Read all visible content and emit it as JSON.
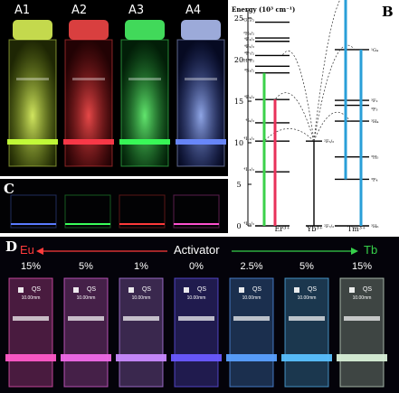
{
  "panels": {
    "a": {
      "label": "",
      "vials": [
        "A1",
        "A2",
        "A3",
        "A4"
      ]
    },
    "b": {
      "label": "B",
      "y_axis_label": "Energy (10³ cm⁻¹)"
    },
    "c": {
      "label": "C"
    },
    "d": {
      "label": "D",
      "left_ion": "Eu",
      "center_label": "Activator",
      "right_ion": "Tb",
      "percentages": [
        "15%",
        "5%",
        "1%",
        "0%",
        "2.5%",
        "5%",
        "15%"
      ],
      "cuvette_mark": "QS",
      "cuvette_path": "10.00mm"
    }
  },
  "energy_diagram": {
    "ions": [
      "Er³⁺",
      "Yb³⁺",
      "Tm³⁺"
    ],
    "y_ticks": [
      "0",
      "5",
      "10",
      "15",
      "20",
      "25"
    ],
    "er_levels": [
      "⁴I₁₅/₂",
      "⁴I₁₃/₂",
      "⁴I₁₁/₂",
      "⁴I₉/₂",
      "⁴F₉/₂",
      "⁴S₃/₂",
      "²H₁₁/₂",
      "⁴F₇/₂",
      "⁴F₅/₂",
      "⁴F₃/₂",
      "²H₉/₂",
      "⁴G₁₁/₂"
    ],
    "yb_levels": [
      "²F₇/₂",
      "²F₅/₂"
    ],
    "tm_levels": [
      "³H₆",
      "³F₄",
      "³H₅",
      "³H₄",
      "³F₃",
      "³F₂",
      "¹G₄",
      "¹D₂"
    ]
  },
  "colors": {
    "green": "#3bd14a",
    "red": "#e8315a",
    "blue": "#2a9fd8",
    "eu": "#ff3b3b",
    "tb": "#36d04a"
  }
}
